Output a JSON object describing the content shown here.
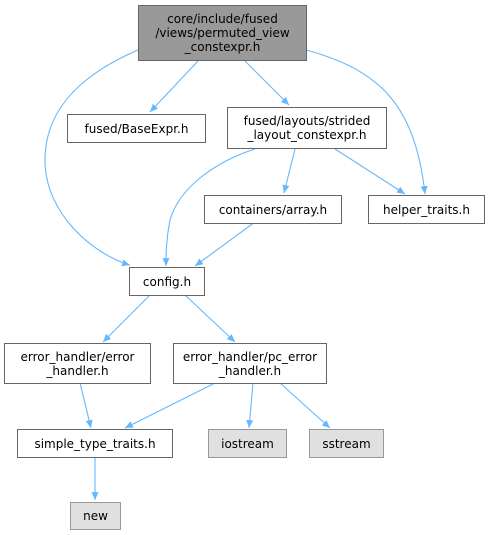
{
  "colors": {
    "edge": "#63b8ff",
    "root_fill": "#999999",
    "external_fill": "#e0e0e0",
    "border": "#666666"
  },
  "nodes": {
    "root": {
      "lines": [
        "core/include/fused",
        "/views/permuted_view",
        "_constexpr.h"
      ]
    },
    "baseexpr": {
      "lines": [
        "fused/BaseExpr.h"
      ]
    },
    "strided": {
      "lines": [
        "fused/layouts/strided",
        "_layout_constexpr.h"
      ]
    },
    "helper": {
      "lines": [
        "helper_traits.h"
      ]
    },
    "array": {
      "lines": [
        "containers/array.h"
      ]
    },
    "config": {
      "lines": [
        "config.h"
      ]
    },
    "errh": {
      "lines": [
        "error_handler/error",
        "_handler.h"
      ]
    },
    "pcerr": {
      "lines": [
        "error_handler/pc_error",
        "_handler.h"
      ]
    },
    "simple": {
      "lines": [
        "simple_type_traits.h"
      ]
    },
    "iostream": {
      "lines": [
        "iostream"
      ]
    },
    "sstream": {
      "lines": [
        "sstream"
      ]
    },
    "new": {
      "lines": [
        "new"
      ]
    }
  }
}
